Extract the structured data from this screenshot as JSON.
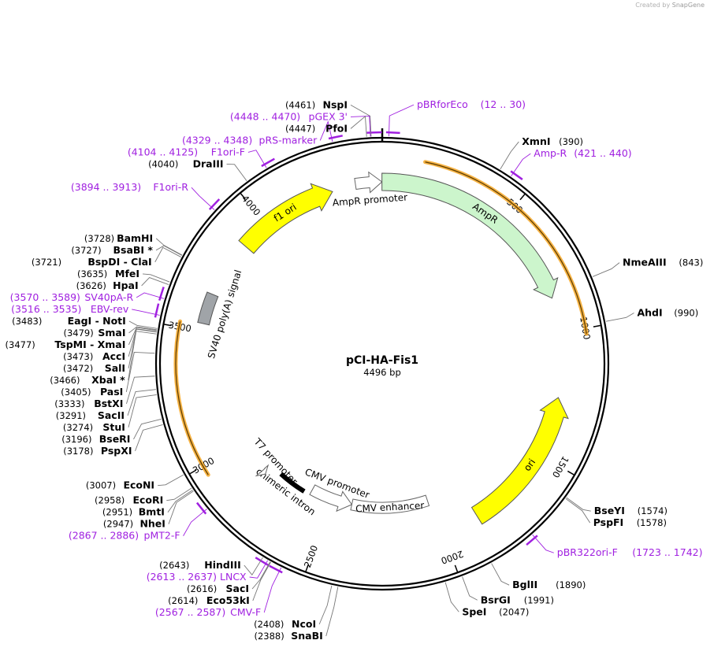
{
  "watermark": {
    "prefix": "Created by",
    "brand": "SnapGene"
  },
  "plasmid": {
    "name": "pCI-HA-Fis1",
    "size_label": "4496 bp",
    "length": 4496
  },
  "colors": {
    "primer": "#a020e0",
    "ampR": "#ccf5cc",
    "ori": "#ffff00",
    "poly_a": "#a0a4a8",
    "primer_bind": "#f5a623"
  },
  "ticks": [
    {
      "pos": 500,
      "label": "500"
    },
    {
      "pos": 1000,
      "label": "1000"
    },
    {
      "pos": 1500,
      "label": "1500"
    },
    {
      "pos": 2000,
      "label": "2000"
    },
    {
      "pos": 2500,
      "label": "2500"
    },
    {
      "pos": 3000,
      "label": "3000"
    },
    {
      "pos": 3500,
      "label": "3500"
    },
    {
      "pos": 4000,
      "label": "4000"
    }
  ],
  "sites": [
    {
      "name": "NspI",
      "pos_text": "(4461)",
      "pos": 4461
    },
    {
      "name": "PfoI",
      "pos_text": "(4447)",
      "pos": 4447
    },
    {
      "name": "DraIII",
      "pos_text": "(4040)",
      "pos": 4040
    },
    {
      "name": "XmnI",
      "pos_text": "(390)",
      "pos": 390
    },
    {
      "name": "NmeAIII",
      "pos_text": "(843)",
      "pos": 843
    },
    {
      "name": "AhdI",
      "pos_text": "(990)",
      "pos": 990
    },
    {
      "name": "BseYI",
      "pos_text": "(1574)",
      "pos": 1574
    },
    {
      "name": "PspFI",
      "pos_text": "(1578)",
      "pos": 1578
    },
    {
      "name": "BglII",
      "pos_text": "(1890)",
      "pos": 1890
    },
    {
      "name": "BsrGI",
      "pos_text": "(1991)",
      "pos": 1991
    },
    {
      "name": "SpeI",
      "pos_text": "(2047)",
      "pos": 2047
    },
    {
      "name": "SnaBI",
      "pos_text": "(2388)",
      "pos": 2388
    },
    {
      "name": "NcoI",
      "pos_text": "(2408)",
      "pos": 2408
    },
    {
      "name": "HindIII",
      "pos_text": "(2643)",
      "pos": 2643
    },
    {
      "name": "SacI",
      "pos_text": "(2616)",
      "pos": 2616
    },
    {
      "name": "Eco53kI",
      "pos_text": "(2614)",
      "pos": 2614
    },
    {
      "name": "EcoNI",
      "pos_text": "(3007)",
      "pos": 3007
    },
    {
      "name": "EcoRI",
      "pos_text": "(2958)",
      "pos": 2958
    },
    {
      "name": "BmtI",
      "pos_text": "(2951)",
      "pos": 2951
    },
    {
      "name": "NheI",
      "pos_text": "(2947)",
      "pos": 2947
    },
    {
      "name": "BseRI",
      "pos_text": "(3196)",
      "pos": 3196
    },
    {
      "name": "PspXI",
      "pos_text": "(3178)",
      "pos": 3178
    },
    {
      "name": "StuI",
      "pos_text": "(3274)",
      "pos": 3274
    },
    {
      "name": "SacII",
      "pos_text": "(3291)",
      "pos": 3291
    },
    {
      "name": "BstXI",
      "pos_text": "(3333)",
      "pos": 3333
    },
    {
      "name": "PasI",
      "pos_text": "(3405)",
      "pos": 3405
    },
    {
      "name": "XbaI *",
      "pos_text": "(3466)",
      "pos": 3466
    },
    {
      "name": "SalI",
      "pos_text": "(3472)",
      "pos": 3472
    },
    {
      "name": "AccI",
      "pos_text": "(3473)",
      "pos": 3473
    },
    {
      "name": "TspMI  - XmaI",
      "pos_text": "(3477)",
      "pos": 3477
    },
    {
      "name": "SmaI",
      "pos_text": "(3479)",
      "pos": 3479
    },
    {
      "name": "EagI  - NotI",
      "pos_text": "(3483)",
      "pos": 3483
    },
    {
      "name": "HpaI",
      "pos_text": "(3626)",
      "pos": 3626
    },
    {
      "name": "MfeI",
      "pos_text": "(3635)",
      "pos": 3635
    },
    {
      "name": "BspDI  - ClaI",
      "pos_text": "(3721)",
      "pos": 3721
    },
    {
      "name": "BsaBI *",
      "pos_text": "(3727)",
      "pos": 3727
    },
    {
      "name": "BamHI",
      "pos_text": "(3728)",
      "pos": 3728
    }
  ],
  "primers": [
    {
      "name": "pBRforEco",
      "range": "(12 .. 30)",
      "start": 12,
      "end": 30
    },
    {
      "name": "pGEX 3'",
      "range": "(4448 .. 4470)",
      "start": 4448,
      "end": 4470
    },
    {
      "name": "pRS-marker",
      "range": "(4329 .. 4348)",
      "start": 4329,
      "end": 4348
    },
    {
      "name": "F1ori-F",
      "range": "(4104 .. 4125)",
      "start": 4104,
      "end": 4125
    },
    {
      "name": "F1ori-R",
      "range": "(3894 .. 3913)",
      "start": 3894,
      "end": 3913
    },
    {
      "name": "Amp-R",
      "range": "(421 .. 440)",
      "start": 421,
      "end": 440
    },
    {
      "name": "pBR322ori-F",
      "range": "(1723 .. 1742)",
      "start": 1723,
      "end": 1742
    },
    {
      "name": "SV40pA-R",
      "range": "(3570 .. 3589)",
      "start": 3570,
      "end": 3589
    },
    {
      "name": "EBV-rev",
      "range": "(3516 .. 3535)",
      "start": 3516,
      "end": 3535
    },
    {
      "name": "pMT2-F",
      "range": "(2867 .. 2886)",
      "start": 2867,
      "end": 2886
    },
    {
      "name": "LNCX",
      "range": "(2613 .. 2637)",
      "start": 2613,
      "end": 2637
    },
    {
      "name": "CMV-F",
      "range": "(2567 .. 2587)",
      "start": 2567,
      "end": 2587
    }
  ],
  "features": [
    {
      "name": "f1 ori",
      "start": 3880,
      "end": 4295,
      "dir": 1,
      "kind": "ori_yellow"
    },
    {
      "name": "AmpR promoter",
      "start": 4390,
      "end": 4495,
      "dir": 1,
      "kind": "promoter"
    },
    {
      "name": "AmpR",
      "start": 4495,
      "end": 860,
      "dir": 1,
      "kind": "ampr"
    },
    {
      "name": "ori",
      "start": 1260,
      "end": 1850,
      "dir": -1,
      "kind": "ori_yellow"
    },
    {
      "name": "CMV enhancer",
      "start": 2020,
      "end": 2400,
      "dir": 0,
      "kind": "box"
    },
    {
      "name": "CMV promoter",
      "start": 2400,
      "end": 2610,
      "dir": -1,
      "kind": "promoter"
    },
    {
      "name": "chimeric intron",
      "start": 2640,
      "end": 2780,
      "dir": 0,
      "kind": "intron"
    },
    {
      "name": "T7 promoter",
      "start": 2830,
      "end": 2850,
      "dir": -1,
      "kind": "small_promoter"
    },
    {
      "name": "SV40 poly(A) signal",
      "start": 3530,
      "end": 3650,
      "dir": 0,
      "kind": "poly_a"
    }
  ]
}
